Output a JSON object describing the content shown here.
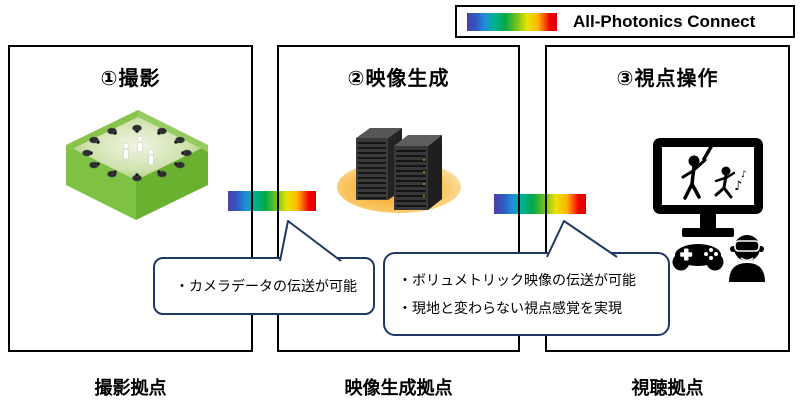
{
  "legend": {
    "label": "All-Photonics Connect",
    "bar_icon": "spectrum-gradient-bar"
  },
  "panels": [
    {
      "title": "①撮影",
      "base_label": "撮影拠点",
      "icon": "volumetric-capture-stage-icon"
    },
    {
      "title": "②映像生成",
      "base_label": "映像生成拠点",
      "icon": "server-rack-icon"
    },
    {
      "title": "③視点操作",
      "base_label": "視聴拠点",
      "icon": "monitor-gamepad-vr-icon"
    }
  ],
  "connectors": [
    {
      "name": "apn-link-capture-to-generation",
      "style": "spectrum-gradient"
    },
    {
      "name": "apn-link-generation-to-viewing",
      "style": "spectrum-gradient"
    }
  ],
  "bubbles": [
    {
      "lines": [
        "・カメラデータの伝送が可能"
      ]
    },
    {
      "lines": [
        "・ボリュメトリック映像の伝送が可能",
        "・現地と変わらない視点感覚を実現"
      ]
    }
  ],
  "icon_glyphs": {
    "music_note": "♪"
  },
  "colors": {
    "spectrum": [
      "#4b3fa5",
      "#3257c4",
      "#1e90d8",
      "#00a84a",
      "#e8e400",
      "#ffb400",
      "#f40000"
    ],
    "bubble_border": "#1f3864",
    "panel_border": "#000000",
    "stage_green": "#7fc143",
    "server_pad_orange": "#f6a41f",
    "icon_black": "#000000"
  }
}
